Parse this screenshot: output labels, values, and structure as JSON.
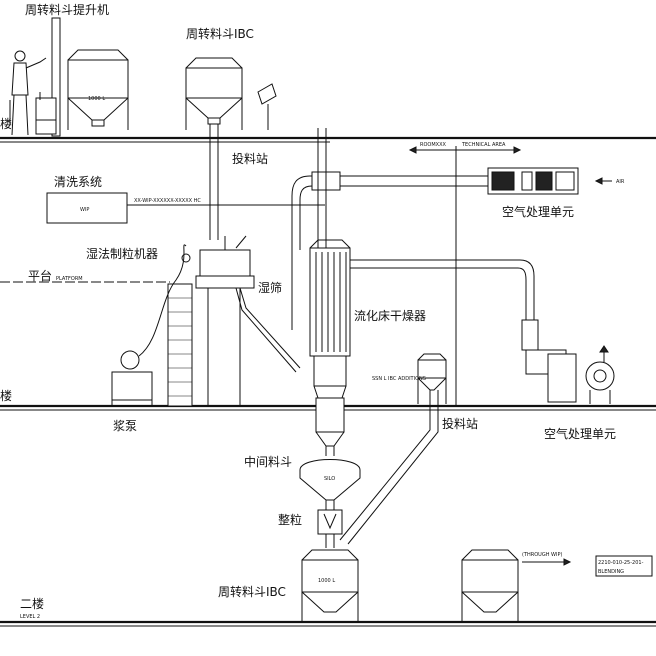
{
  "labels": {
    "lift": "周转料斗提升机",
    "ibc_top": "周转料斗IBC",
    "floor_top": "楼",
    "ibc_capacity_1": "1000 L",
    "feed_station_1": "投料站",
    "cleaning_system": "清洗系统",
    "wip": "WIP",
    "wip_pipe_code": "XX-WIP-XXXXXX-XXXXX HC",
    "wet_granulator": "湿法制粒机器",
    "wet_sieve": "湿筛",
    "platform_cn": "平台",
    "platform_en": "PLATFORM",
    "room_label": "ROOMXXX",
    "tech_area_label": "TECHNICAL AREA",
    "air_label": "AIR",
    "ahu_1": "空气处理单元",
    "fluid_bed_dryer": "流化床干燥器",
    "ibc_additions": "SSN L IBC ADDITIONS",
    "floor_mid": "楼",
    "slurry_pump": "浆泵",
    "feed_station_2": "投料站",
    "ahu_2": "空气处理单元",
    "intermediate_hopper": "中间料斗",
    "silo": "SILO",
    "sizing": "整粒",
    "ibc_bottom": "周转料斗IBC",
    "ibc_capacity_2": "1000 L",
    "through_wip": "(THROUGH WIP)",
    "blending_code": "2210-010-25-201-",
    "blending": "BLENDING",
    "floor_2_cn": "二楼",
    "level_2": "LEVEL 2"
  }
}
